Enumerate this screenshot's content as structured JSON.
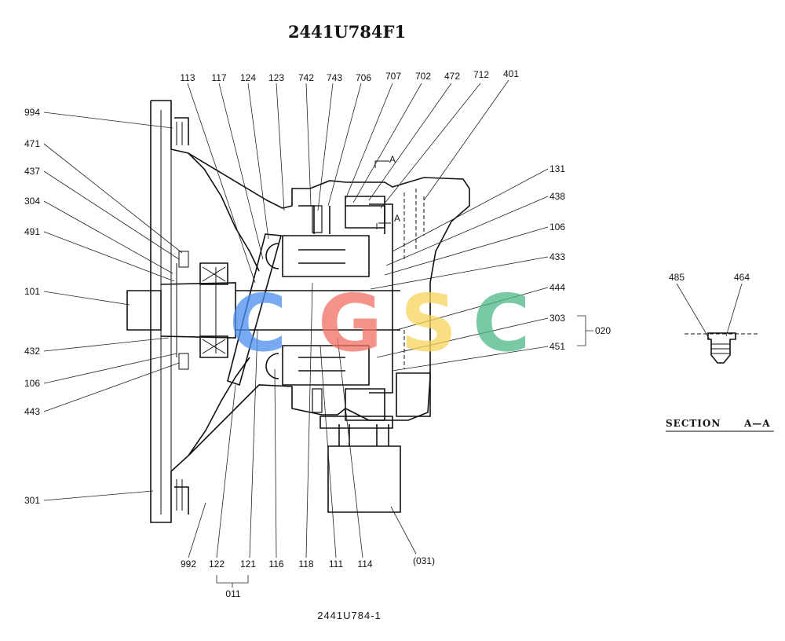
{
  "title": "2441U784F1",
  "drawing_number": "2441U784-1",
  "section_label": "SECTION",
  "section_letters": "A—A",
  "view_marker": "A",
  "watermark": {
    "letters": [
      "C",
      "G",
      "S",
      "C"
    ],
    "colors": [
      "#4a8ef0",
      "#ef6f63",
      "#f8d35a",
      "#4db886"
    ]
  },
  "labels": {
    "p994": "994",
    "p471": "471",
    "p437": "437",
    "p304": "304",
    "p491": "491",
    "p101": "101",
    "p432": "432",
    "p106l": "106",
    "p443": "443",
    "p301": "301",
    "p113": "113",
    "p117": "117",
    "p124": "124",
    "p123": "123",
    "p742": "742",
    "p743": "743",
    "p706": "706",
    "p707": "707",
    "p702": "702",
    "p472": "472",
    "p712": "712",
    "p401": "401",
    "p131": "131",
    "p438": "438",
    "p106r": "106",
    "p433": "433",
    "p444": "444",
    "p303": "303",
    "p451": "451",
    "p020": "020",
    "p992": "992",
    "p122": "122",
    "p121": "121",
    "p116": "116",
    "p118": "118",
    "p111": "111",
    "p114": "114",
    "p031": "(031)",
    "p011": "011",
    "p485": "485",
    "p464": "464"
  }
}
